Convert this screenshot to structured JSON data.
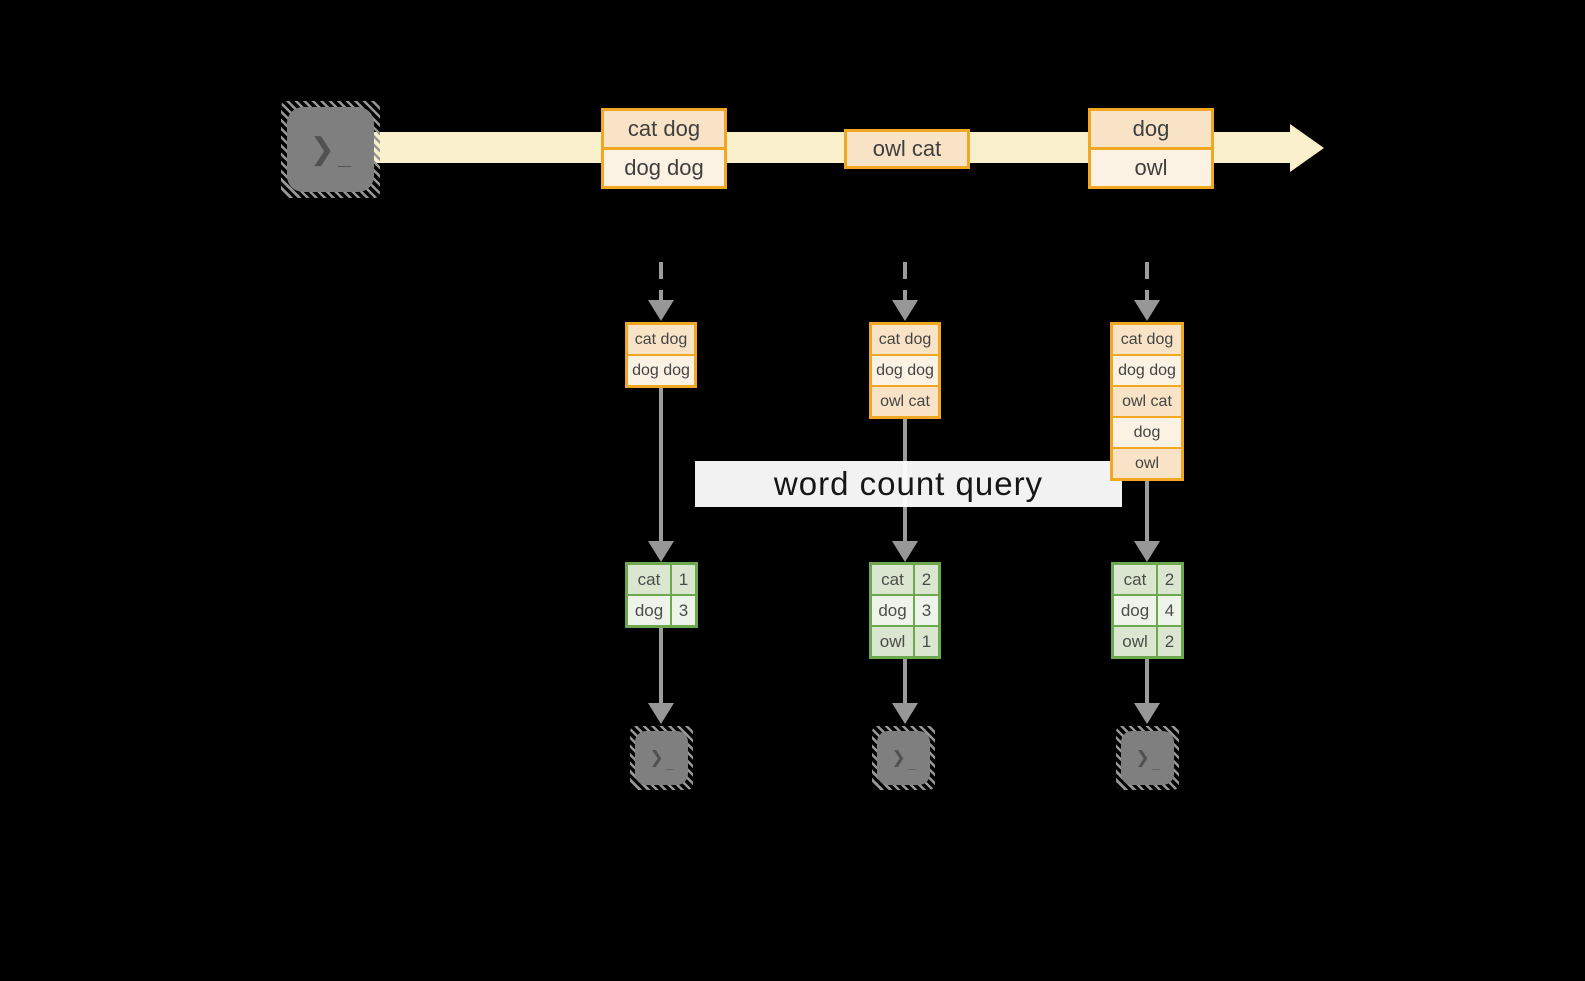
{
  "query_label": "word count query",
  "icons": {
    "terminal_prompt": "❯",
    "terminal_cursor": "_"
  },
  "stream": {
    "batches": [
      {
        "rows": [
          "cat dog",
          "dog dog"
        ]
      },
      {
        "rows": [
          "owl cat"
        ]
      },
      {
        "rows": [
          "dog",
          "owl"
        ]
      }
    ]
  },
  "columns": [
    {
      "state_rows": [
        "cat dog",
        "dog dog"
      ],
      "results": [
        {
          "word": "cat",
          "count": "1"
        },
        {
          "word": "dog",
          "count": "3"
        }
      ]
    },
    {
      "state_rows": [
        "cat dog",
        "dog dog",
        "owl cat"
      ],
      "results": [
        {
          "word": "cat",
          "count": "2"
        },
        {
          "word": "dog",
          "count": "3"
        },
        {
          "word": "owl",
          "count": "1"
        }
      ]
    },
    {
      "state_rows": [
        "cat dog",
        "dog dog",
        "owl cat",
        "dog",
        "owl"
      ],
      "results": [
        {
          "word": "cat",
          "count": "2"
        },
        {
          "word": "dog",
          "count": "4"
        },
        {
          "word": "owl",
          "count": "2"
        }
      ]
    }
  ],
  "colors": {
    "background": "#000000",
    "stream_band": "#FAF0CB",
    "orange_border": "#F0A823",
    "cell_peach": "#F8E3C6",
    "cell_cream": "#FCF2E3",
    "green_border": "#6BA84E",
    "cell_green_dark": "#DAE6CF",
    "cell_green_light": "#EFF4EA",
    "arrow_gray": "#9C9C9C",
    "terminal_gray": "#7F7F7F",
    "query_band": "#FFFFFF"
  }
}
